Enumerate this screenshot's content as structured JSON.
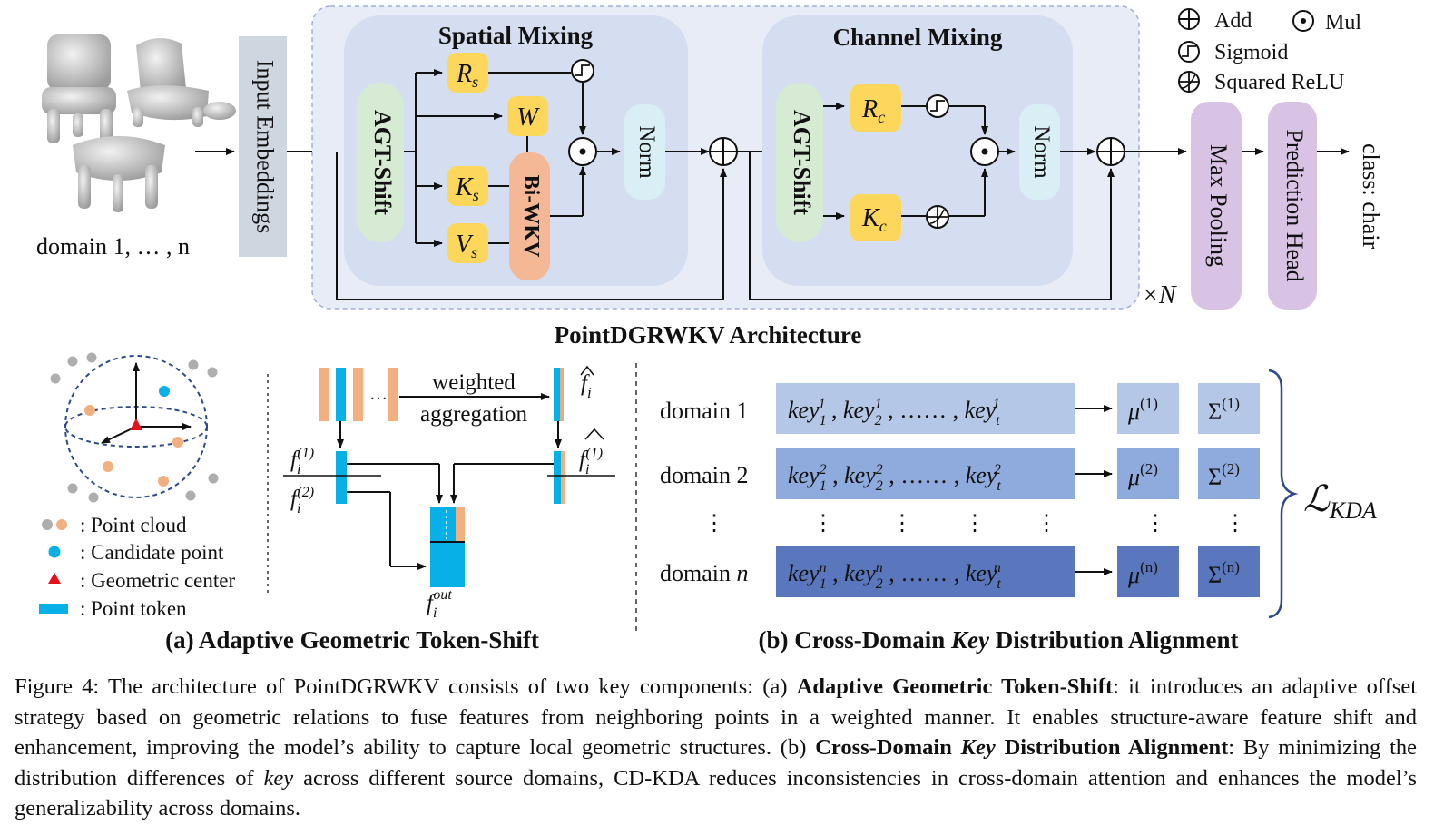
{
  "colors": {
    "outer_block": "#e8ecf7",
    "inner_block": "#d5ddf0",
    "yellow": "#fdd75c",
    "green": "#d7ead3",
    "orange": "#f4b896",
    "cyan": "#d9eef5",
    "gray": "#ced6e0",
    "purple": "#d9c3e4",
    "token_blue": "#08b0e8",
    "token_orange": "#f2b080",
    "key_row1": "#b4c7e7",
    "key_row2": "#8faadc",
    "key_row3": "#5a77bd"
  },
  "top": {
    "domain_label": "domain 1, … , n",
    "input_embeddings": "Input Embeddings",
    "spatial_mixing": {
      "title": "Spatial Mixing",
      "shift": "AGT-Shift",
      "r": "R",
      "r_sub": "s",
      "w": "W",
      "k": "K",
      "k_sub": "s",
      "v": "V",
      "v_sub": "s",
      "wkv": "Bi-WKV",
      "norm": "Norm"
    },
    "channel_mixing": {
      "title": "Channel Mixing",
      "shift": "AGT-Shift",
      "r": "R",
      "r_sub": "c",
      "k": "K",
      "k_sub": "c",
      "norm": "Norm"
    },
    "repeat": "×N",
    "max_pooling": "Max Pooling",
    "prediction_head": "Prediction Head",
    "output": "class: chair",
    "architecture_title": "PointDGRWKV Architecture",
    "legend": {
      "add": "Add",
      "mul": "Mul",
      "sigmoid": "Sigmoid",
      "squared_relu": "Squared ReLU"
    }
  },
  "panel_a": {
    "legend": {
      "point_cloud": ": Point cloud",
      "candidate": ": Candidate point",
      "center": ": Geometric center",
      "token": ": Point token"
    },
    "ellipsis": "…",
    "weighted_1": "weighted",
    "weighted_2": "aggregation",
    "f_hat": "f",
    "f_sub": "i",
    "f1_sup": "(1)",
    "f2_sup": "(2)",
    "fout_sup": "out",
    "caption": "(a) Adaptive Geometric Token-Shift"
  },
  "panel_b": {
    "rows": [
      {
        "domain": "domain 1",
        "sup": "1",
        "mu": "μ",
        "mu_sup": "(1)",
        "sigma": "Σ",
        "sigma_sup": "(1)"
      },
      {
        "domain": "domain 2",
        "sup": "2",
        "mu": "μ",
        "mu_sup": "(2)",
        "sigma": "Σ",
        "sigma_sup": "(2)"
      },
      {
        "domain": "domain n",
        "sup": "n",
        "mu": "μ",
        "mu_sup": "(n)",
        "sigma": "Σ",
        "sigma_sup": "(n)"
      }
    ],
    "key": "key",
    "key_subs": [
      "1",
      "2",
      "t"
    ],
    "dots": "……",
    "vdots": "⋮",
    "loss": "ℒ",
    "loss_sub": "KDA",
    "caption_1": "(b) Cross-Domain ",
    "caption_key": "Key",
    "caption_2": " Distribution Alignment"
  },
  "caption": {
    "p1": "Figure 4: The architecture of PointDGRWKV consists of two key components: (a) ",
    "b1": "Adaptive Geometric Token-Shift",
    "p2": ": it introduces an adaptive offset strategy based on geometric relations to fuse features from neighboring points in a weighted manner. It enables structure-aware feature shift and enhancement, improving the model’s ability to capture local geometric structures. (b) ",
    "b2a": "Cross-Domain ",
    "b2key": "Key",
    "b2b": " Distribution Alignment",
    "p3": ": By minimizing the distribution differences of ",
    "i1": "key",
    "p4": " across different source domains, CD-KDA reduces inconsistencies in cross-domain attention and enhances the model’s generalizability across domains."
  }
}
